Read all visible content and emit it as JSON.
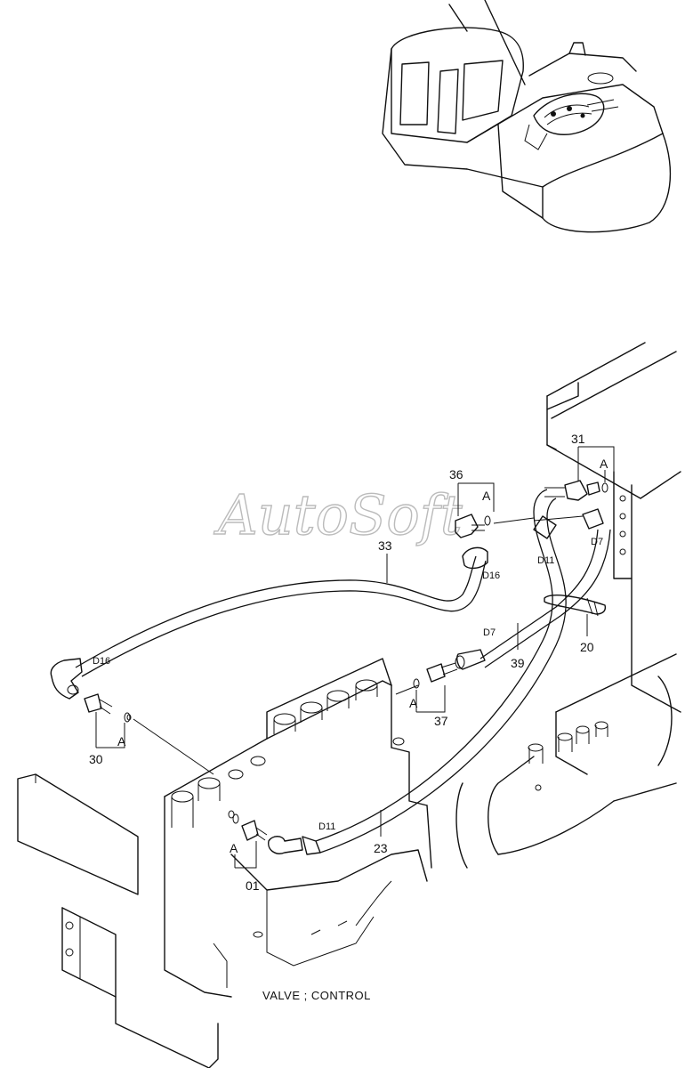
{
  "watermark": "AutoSoft",
  "caption": "VALVE ; CONTROL",
  "parts": [
    {
      "id": "p36",
      "label": "36"
    },
    {
      "id": "p31",
      "label": "31"
    },
    {
      "id": "p33",
      "label": "33"
    },
    {
      "id": "p39",
      "label": "39"
    },
    {
      "id": "p20",
      "label": "20"
    },
    {
      "id": "p37",
      "label": "37"
    },
    {
      "id": "p30",
      "label": "30"
    },
    {
      "id": "p23",
      "label": "23"
    },
    {
      "id": "p01",
      "label": "01"
    }
  ],
  "callouts": {
    "a_36": "A",
    "a_31": "A",
    "a_37": "A",
    "a_30": "A",
    "a_01": "A",
    "d16_right": "D16",
    "d16_left": "D16",
    "d7_upper": "D7",
    "d7_lower": "D7",
    "d11_upper": "D11",
    "d11_lower": "D11"
  }
}
